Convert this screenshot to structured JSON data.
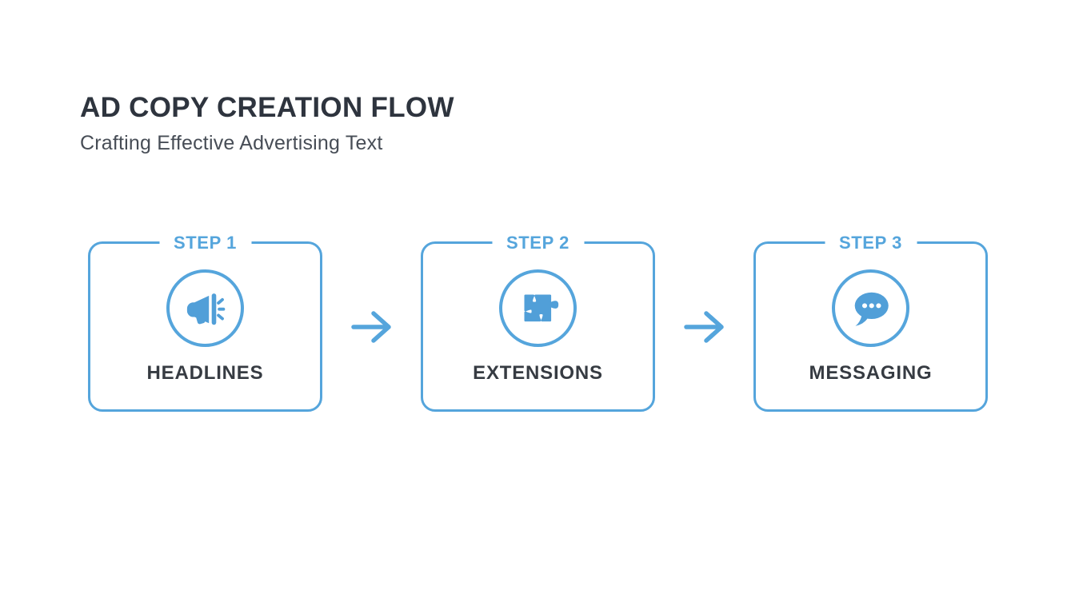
{
  "page": {
    "title": "AD COPY CREATION FLOW",
    "subtitle": "Crafting Effective Advertising Text"
  },
  "steps": [
    {
      "label": "STEP 1",
      "name": "HEADLINES",
      "icon": "megaphone-icon"
    },
    {
      "label": "STEP 2",
      "name": "EXTENSIONS",
      "icon": "puzzle-icon"
    },
    {
      "label": "STEP 3",
      "name": "MESSAGING",
      "icon": "speech-bubble-icon"
    }
  ],
  "colors": {
    "accent_blue": "#55A5DC",
    "icon_blue": "#519FD8",
    "title_text": "#2E343E",
    "label_text": "#363B42",
    "subtitle_text": "#474D56",
    "background": "#FFFFFF"
  }
}
